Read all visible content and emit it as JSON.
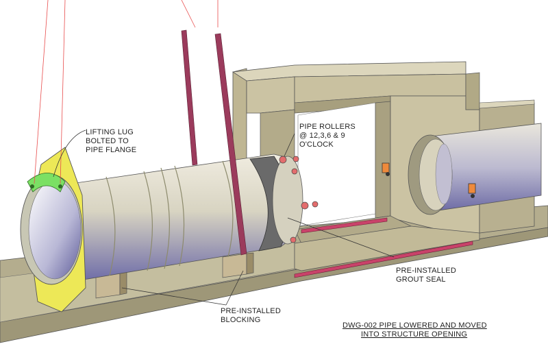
{
  "labels": {
    "lifting_lug": [
      "LIFTING LUG",
      "BOLTED TO",
      "PIPE FLANGE"
    ],
    "pipe_rollers": [
      "PIPE ROLLERS",
      "@ 12,3,6 & 9",
      "O'CLOCK"
    ],
    "grout_seal": [
      "PRE-INSTALLED",
      "GROUT SEAL"
    ],
    "blocking": [
      "PRE-INSTALLED",
      "BLOCKING"
    ],
    "drawing_title": [
      "DWG-002 PIPE LOWERED AND MOVED",
      "INTO STRUCTURE OPENING"
    ]
  },
  "colors": {
    "concrete": "#cbc3a3",
    "concrete_dark": "#8f8764",
    "concrete_top": "#dcd6bc",
    "pipe_light": "#ebe7d9",
    "pipe_dark": "#6c6aa8",
    "flange": "#ede857",
    "lug": "#7be064",
    "grout_seal": "#6a6a6a",
    "blocking": "#c8b996",
    "sling": "#e84b4b",
    "strap": "#9b3b5c",
    "leader": "#333333"
  }
}
